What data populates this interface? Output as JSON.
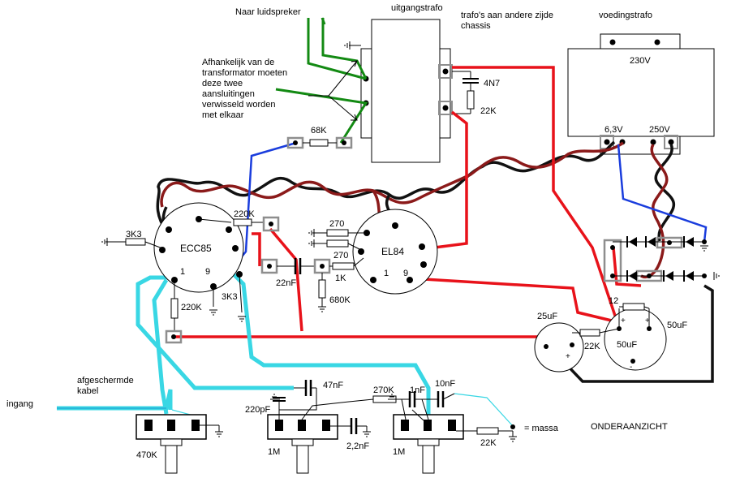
{
  "labels": {
    "speaker": "Naar luidspreker",
    "output_transformer": "uitgangstrafo",
    "transformers_note_line1": "trafo's aan andere zijde",
    "transformers_note_line2": "chassis",
    "power_transformer": "voedingstrafo",
    "note_lines": [
      "Afhankelijk van de",
      "transformator moeten",
      "deze twee",
      "aansluitingen",
      "verwisseld worden",
      "met elkaar"
    ],
    "v230": "230V",
    "v63": "6,3V",
    "v250": "250V",
    "c4n7": "4N7",
    "r22k_ot": "22K",
    "r68k": "68K",
    "r3k3_left": "3K3",
    "ecc85": "ECC85",
    "r220k_top": "220K",
    "pin1": "1",
    "pin9": "9",
    "r220k_grid": "220K",
    "r3k3_cath": "3K3",
    "c22nf": "22nF",
    "r270a": "270",
    "r270b": "270",
    "r1k": "1K",
    "r680k": "680K",
    "el84": "EL84",
    "el84_pin1": "1",
    "el84_pin9": "9",
    "c25uf": "25uF",
    "r22k_ps": "22K",
    "r12": "12",
    "c50uf_a": "50uF",
    "c50uf_b": "50uF",
    "shielded_line1": "afgeschermde",
    "shielded_line2": "kabel",
    "input": "ingang",
    "c47nf": "47nF",
    "c10nf": "10nF",
    "r270k": "270K",
    "c1nf": "1nF",
    "c220pf": "220pF",
    "pot470k": "470K",
    "pot1m_a": "1M",
    "c22nf_tone": "2,2nF",
    "pot1m_b": "1M",
    "r22k_tone": "22K",
    "ground_label": "= massa",
    "view": "ONDERAANZICHT"
  },
  "colors": {
    "red": "#e8121a",
    "green": "#138a13",
    "blue": "#1a3ddd",
    "cyan": "#39d7e4",
    "twist_black": "#111111",
    "twist_brown": "#8b1a1a",
    "tag_gray": "#8e8e8e"
  }
}
